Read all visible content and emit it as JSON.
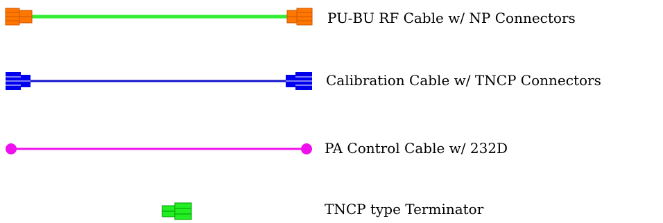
{
  "legend": {
    "items": [
      {
        "id": "rf-cable",
        "label": "PU-BU RF Cable w/ NP Connectors",
        "line_color": "#33ee33",
        "connector_color": "#ff7700",
        "connector_outline": "#cc5500",
        "connector_icon": "np-connector-icon"
      },
      {
        "id": "calibration-cable",
        "label": "Calibration Cable w/ TNCP Connectors",
        "line_color": "#1111cc",
        "connector_color": "#0000ee",
        "connector_outline": "#ffffff",
        "connector_icon": "tncp-connector-icon"
      },
      {
        "id": "pa-control-cable",
        "label": "PA Control Cable w/ 232D",
        "line_color": "#ee11ee",
        "connector_color": "#ee11ee",
        "connector_icon": "232d-connector-icon"
      },
      {
        "id": "tncp-terminator",
        "label": "TNCP type Terminator",
        "connector_color": "#22ee22",
        "connector_outline": "#009900",
        "connector_icon": "tncp-terminator-icon"
      }
    ]
  }
}
